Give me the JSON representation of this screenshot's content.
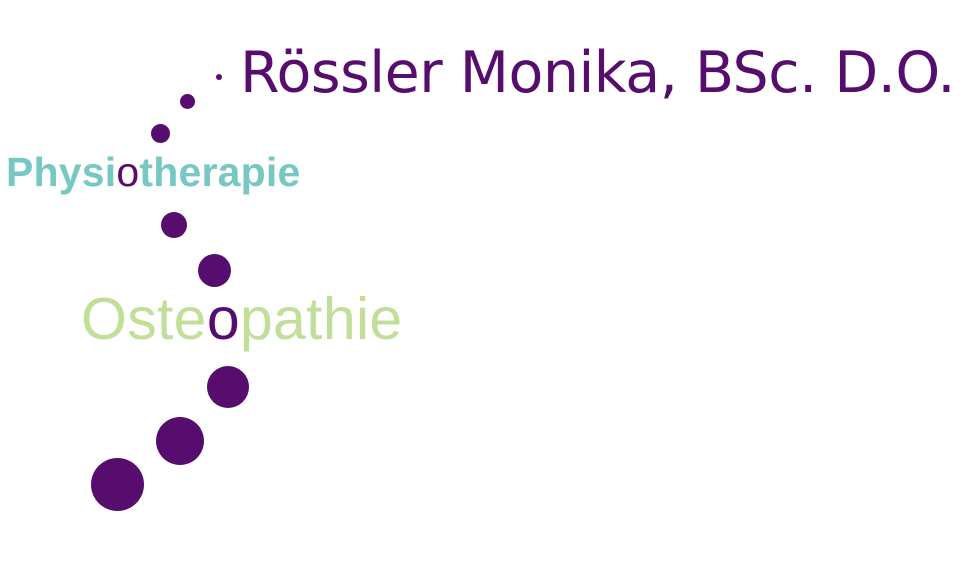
{
  "logo": {
    "name": "Rössler Monika, BSc. D.O.",
    "physiotherapy": {
      "before": "Physi",
      "accent": "o",
      "after": "therapie"
    },
    "osteopathy": {
      "before": "Oste",
      "accent": "o",
      "after": "pathie"
    }
  },
  "colors": {
    "purple": "#570d6e",
    "teal": "#77c8c4",
    "green": "#c2df99"
  }
}
